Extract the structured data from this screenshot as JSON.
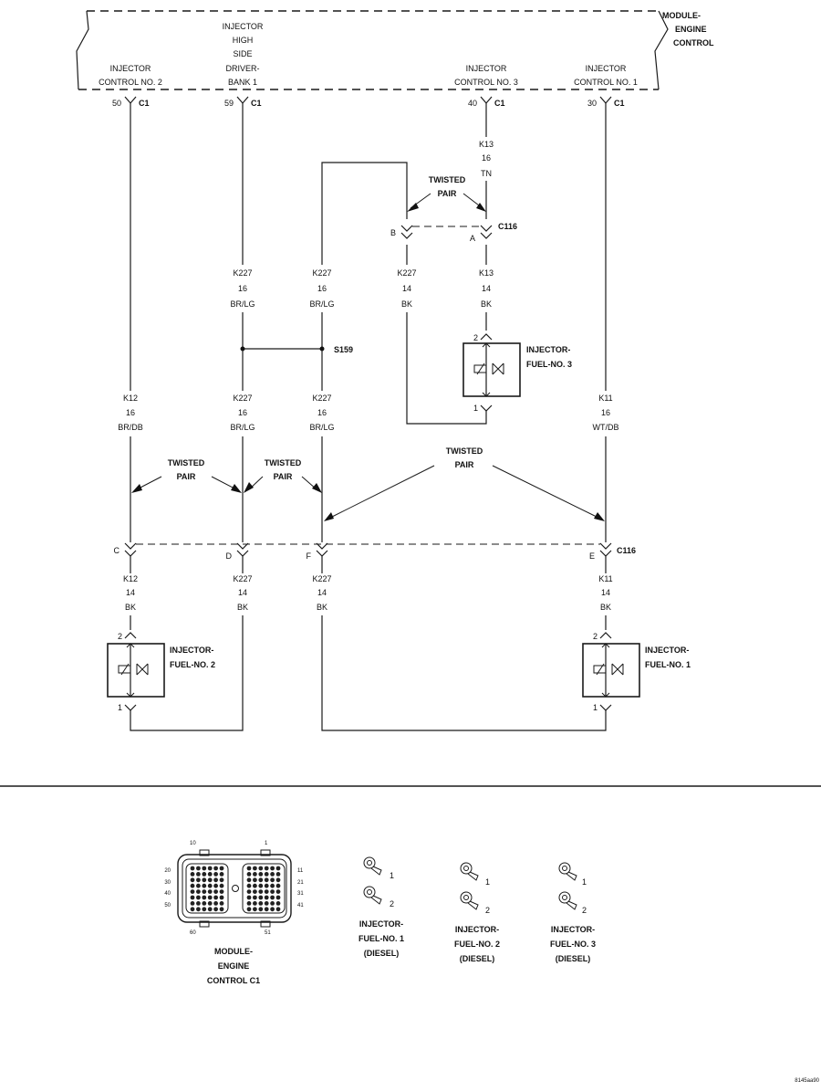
{
  "module": {
    "name_lines": [
      "MODULE-",
      "ENGINE",
      "CONTROL"
    ],
    "pins": [
      {
        "id": "icn2",
        "label_lines": [
          "INJECTOR",
          "CONTROL NO. 2"
        ],
        "pin": "50",
        "conn": "C1"
      },
      {
        "id": "hsd",
        "label_lines": [
          "INJECTOR",
          "HIGH",
          "SIDE",
          "DRIVER-",
          "BANK 1"
        ],
        "pin": "59",
        "conn": "C1"
      },
      {
        "id": "icn3",
        "label_lines": [
          "INJECTOR",
          "CONTROL NO. 3"
        ],
        "pin": "40",
        "conn": "C1"
      },
      {
        "id": "icn1",
        "label_lines": [
          "INJECTOR",
          "CONTROL NO. 1"
        ],
        "pin": "30",
        "conn": "C1"
      }
    ]
  },
  "wire_labels": {
    "k13_upper": [
      "K13",
      "16",
      "TN"
    ],
    "k227_a": [
      "K227",
      "16",
      "BR/LG"
    ],
    "k227_b": [
      "K227",
      "16",
      "BR/LG"
    ],
    "k227_c": [
      "K227",
      "14",
      "BK"
    ],
    "k13_lower": [
      "K13",
      "14",
      "BK"
    ],
    "k12_upper": [
      "K12",
      "16",
      "BR/DB"
    ],
    "k227_d": [
      "K227",
      "16",
      "BR/LG"
    ],
    "k227_e": [
      "K227",
      "16",
      "BR/LG"
    ],
    "k11_upper": [
      "K11",
      "16",
      "WT/DB"
    ],
    "k12_lower": [
      "K12",
      "14",
      "BK"
    ],
    "k227_f": [
      "K227",
      "14",
      "BK"
    ],
    "k227_g": [
      "K227",
      "14",
      "BK"
    ],
    "k11_lower": [
      "K11",
      "14",
      "BK"
    ]
  },
  "twisted_pair_lines": [
    "TWISTED",
    "PAIR"
  ],
  "connectors": {
    "c116": "C116",
    "c116_upper_pins": [
      "B",
      "A"
    ],
    "c116_lower_pins": [
      "C",
      "D",
      "F",
      "E"
    ]
  },
  "splice": "S159",
  "injectors": [
    {
      "id": "inj3",
      "label_lines": [
        "INJECTOR-",
        "FUEL-NO. 3"
      ],
      "pin_top": "2",
      "pin_bottom": "1"
    },
    {
      "id": "inj2",
      "label_lines": [
        "INJECTOR-",
        "FUEL-NO. 2"
      ],
      "pin_top": "2",
      "pin_bottom": "1"
    },
    {
      "id": "inj1",
      "label_lines": [
        "INJECTOR-",
        "FUEL-NO. 1"
      ],
      "pin_top": "2",
      "pin_bottom": "1"
    }
  ],
  "connector_views": {
    "ecm": {
      "label_lines": [
        "MODULE-",
        "ENGINE",
        "CONTROL C1"
      ],
      "top_numbers": [
        "10",
        "1"
      ],
      "left_numbers": [
        "20",
        "30",
        "40",
        "50"
      ],
      "right_numbers": [
        "11",
        "21",
        "31",
        "41"
      ],
      "bottom_numbers": [
        "60",
        "51"
      ]
    },
    "injectors": [
      {
        "id": "cv1",
        "label_lines": [
          "INJECTOR-",
          "FUEL-NO. 1",
          "(DIESEL)"
        ],
        "pins": [
          "1",
          "2"
        ]
      },
      {
        "id": "cv2",
        "label_lines": [
          "INJECTOR-",
          "FUEL-NO. 2",
          "(DIESEL)"
        ],
        "pins": [
          "1",
          "2"
        ]
      },
      {
        "id": "cv3",
        "label_lines": [
          "INJECTOR-",
          "FUEL-NO. 3",
          "(DIESEL)"
        ],
        "pins": [
          "1",
          "2"
        ]
      }
    ]
  },
  "figure_code": "8145aa90"
}
